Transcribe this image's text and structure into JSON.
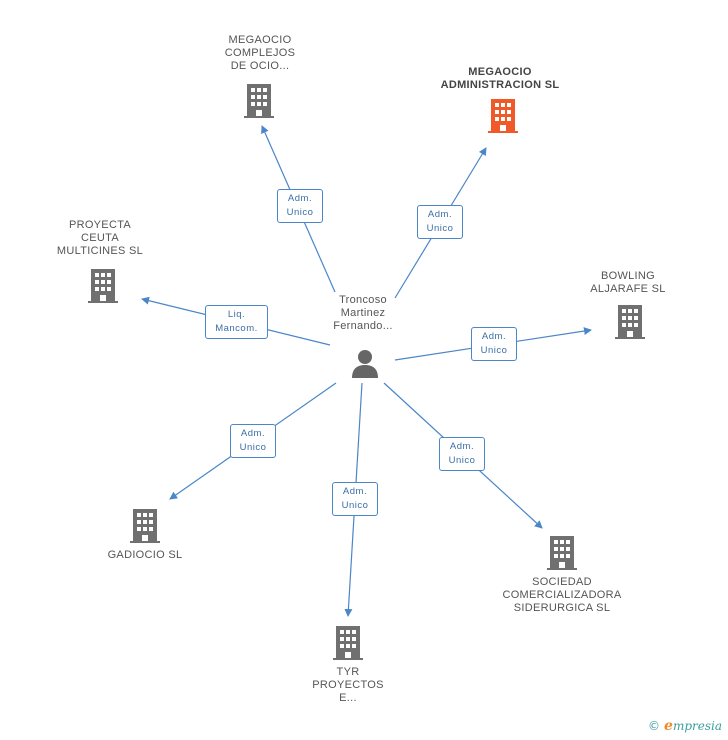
{
  "center": {
    "label": "Troncoso\nMartinez\nFernando..."
  },
  "nodes": [
    {
      "id": "megaocio-complejos",
      "label": "MEGAOCIO\nCOMPLEJOS\nDE OCIO...",
      "role": [
        "Adm.",
        "Unico"
      ],
      "highlight": false
    },
    {
      "id": "megaocio-administracion",
      "label": "MEGAOCIO\nADMINISTRACION SL",
      "role": [
        "Adm.",
        "Unico"
      ],
      "highlight": true
    },
    {
      "id": "proyecta-ceuta",
      "label": "PROYECTA\nCEUTA\nMULTICINES  SL",
      "role": [
        "Liq.",
        "Mancom."
      ],
      "highlight": false
    },
    {
      "id": "bowling-aljarafe",
      "label": "BOWLING\nALJARAFE SL",
      "role": [
        "Adm.",
        "Unico"
      ],
      "highlight": false
    },
    {
      "id": "gadiocio",
      "label": "GADIOCIO SL",
      "role": [
        "Adm.",
        "Unico"
      ],
      "highlight": false
    },
    {
      "id": "tyr-proyectos",
      "label": "TYR\nPROYECTOS\nE...",
      "role": [
        "Adm.",
        "Unico"
      ],
      "highlight": false
    },
    {
      "id": "sociedad-comercializadora",
      "label": "SOCIEDAD\nCOMERCIALIZADORA\nSIDERURGICA SL",
      "role": [
        "Adm.",
        "Unico"
      ],
      "highlight": false
    }
  ],
  "colors": {
    "edge": "#4a86c8",
    "building": "#707070",
    "building_highlight": "#f05a28",
    "person": "#666666"
  },
  "footer": {
    "copyright": "©",
    "brand_initial": "e",
    "brand_rest": "mpresia"
  }
}
